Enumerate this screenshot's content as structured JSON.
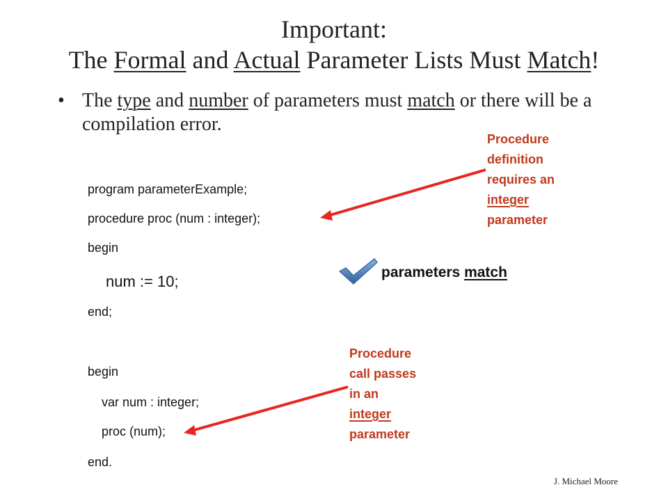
{
  "title": {
    "line1": "Important:",
    "line2": {
      "p1": "The ",
      "formal": "Formal",
      "p2": " and ",
      "actual": "Actual",
      "p3": " Parameter Lists Must ",
      "match": "Match",
      "p4": "!"
    }
  },
  "bullet": {
    "dot": "•",
    "p1": "The ",
    "type": "type",
    "p2": " and ",
    "number": "number",
    "p3": " of parameters must ",
    "match": "match",
    "p4": " or there will be a compilation error."
  },
  "code": {
    "program": "program parameterExample;",
    "procedure": "procedure proc (num : integer);",
    "begin1": "begin",
    "assign": "num := 10;",
    "end1": "end;",
    "begin2": "begin",
    "var": "var num : integer;",
    "call": "proc (num);",
    "end2": "end."
  },
  "note_definition": {
    "l1": "Procedure",
    "l2": "definition",
    "l3": "requires an",
    "l4": "integer",
    "l5": "parameter"
  },
  "note_call": {
    "l1": "Procedure",
    "l2": "call passes",
    "l3": "in an",
    "l4": "integer",
    "l5": "parameter"
  },
  "match_label": {
    "p1": "parameters ",
    "match": "match"
  },
  "footer": "J. Michael  Moore",
  "colors": {
    "annotation": "#c0391b",
    "arrow": "#e8251f",
    "checkmark": "#4f81bd"
  },
  "icons": {
    "check": "checkmark-icon",
    "arrow": "arrow-icon"
  }
}
